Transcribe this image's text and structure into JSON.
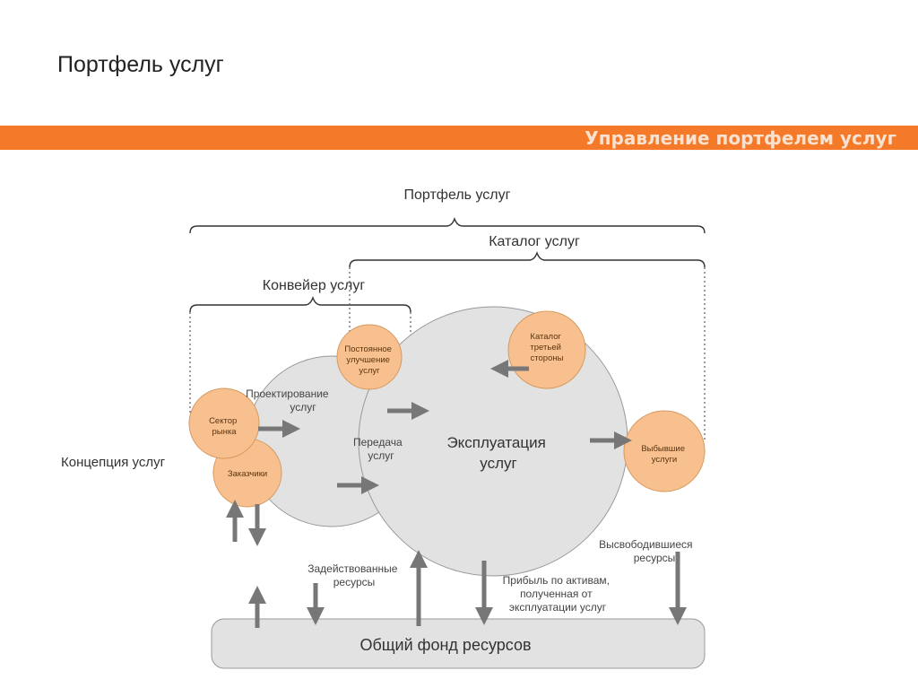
{
  "page": {
    "title": "Портфель услуг",
    "banner": "Управление портфелем услуг"
  },
  "diagram": {
    "brackets": {
      "portfolio": "Портфель услуг",
      "catalog": "Каталог услуг",
      "pipeline": "Конвейер услуг"
    },
    "concept_label": "Концепция услуг",
    "big_circles": {
      "design": [
        "Проектирование",
        "услуг"
      ],
      "transition": [
        "Передача",
        "услуг"
      ],
      "operation": [
        "Эксплуатация",
        "услуг"
      ]
    },
    "small_circles": {
      "market": [
        "Сектор",
        "рынка"
      ],
      "customers": [
        "Заказчики"
      ],
      "improvement": [
        "Постоянное",
        "улучшение",
        "услуг"
      ],
      "third_party": [
        "Каталог",
        "третьей",
        "стороны"
      ],
      "retired": [
        "Выбывшие",
        "услуги"
      ]
    },
    "flow_labels": {
      "committed": [
        "Задействованные",
        "ресурсы"
      ],
      "released": [
        "Высвободившиеся",
        "ресурсы"
      ],
      "returns": [
        "Прибыль по активам,",
        "полученная от",
        "эксплуатации услуг"
      ]
    },
    "resource_pool": "Общий фонд ресурсов",
    "colors": {
      "accent": "#f47a2a",
      "small_circle": "#f8c08f",
      "big_circle": "#e2e2e2",
      "arrow": "#777777"
    }
  }
}
